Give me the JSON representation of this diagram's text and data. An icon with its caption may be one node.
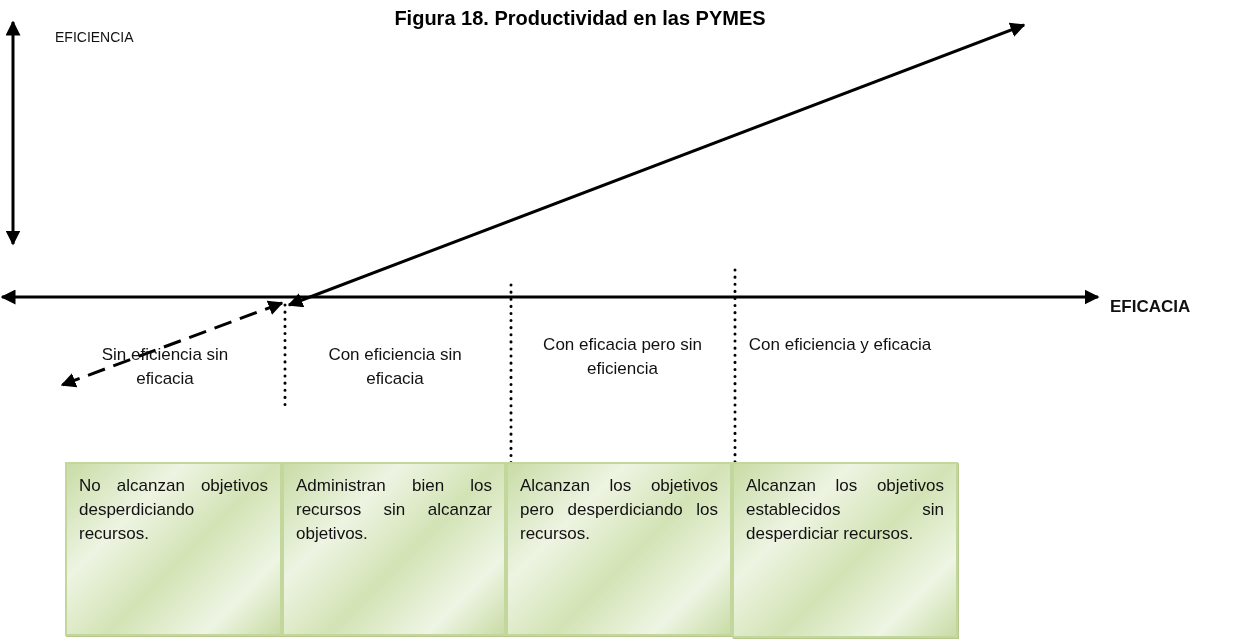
{
  "diagram": {
    "title": "Figura 18. Productividad en las PYMES",
    "nodes": [
      {
        "text": [
          "No alcanzan objetivos desperdiciando recursos."
        ]
      },
      {
        "text": [
          "Administran bien los recursos sin alcanzar objetivos."
        ]
      },
      {
        "text": [
          "Alcanzan los objetivos pero desperdiciando los recursos."
        ]
      },
      {
        "text": [
          "Alcanzan los objetivos establecidos sin desperdiciar recursos."
        ]
      }
    ],
    "labels": [
      "EFICIENCIA",
      "EFICACIA",
      "Sin eficiencia sin eficacia",
      "Con eficiencia sin eficacia",
      "Con eficacia pero sin eficiencia",
      "Con eficiencia y eficacia"
    ]
  }
}
